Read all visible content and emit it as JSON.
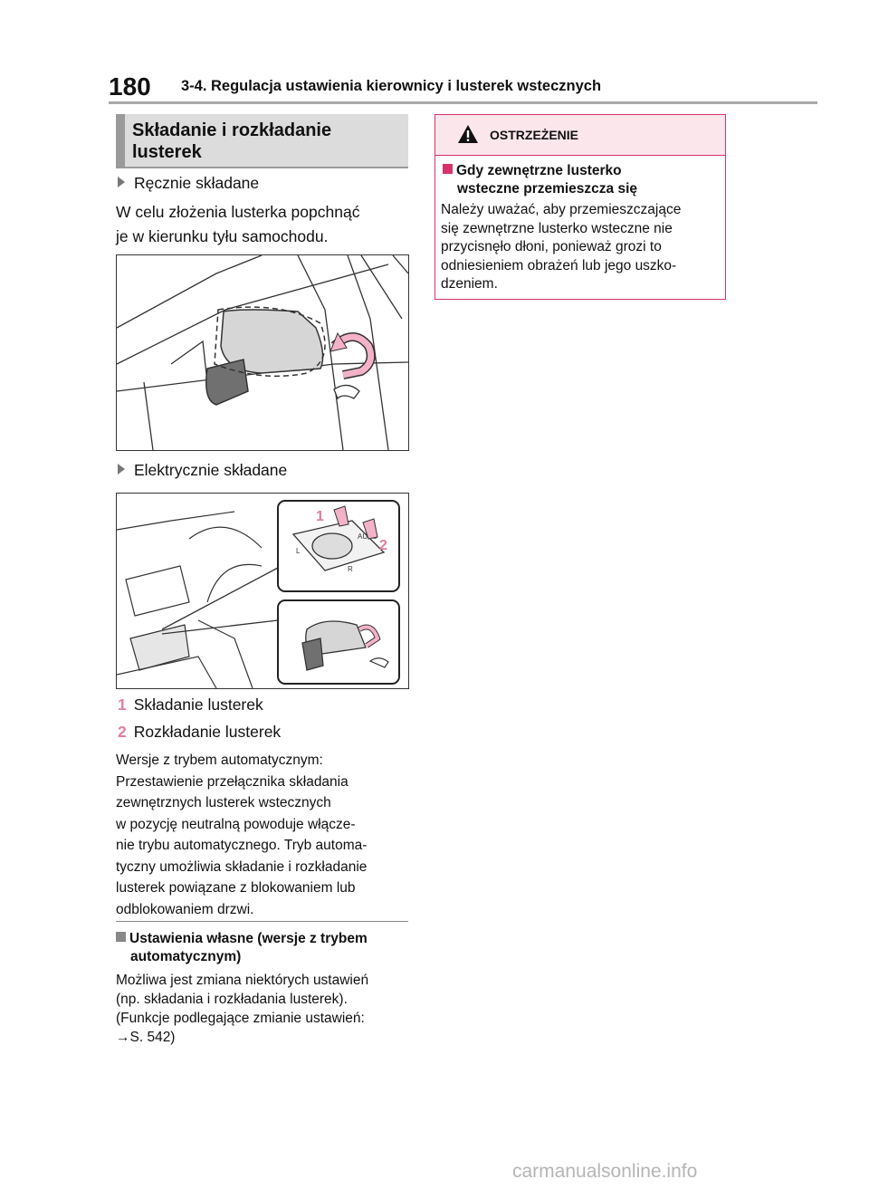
{
  "header": {
    "page_number": "180",
    "chapter_title": "3-4. Regulacja ustawienia kierownicy i lusterek wstecznych"
  },
  "section": {
    "title_line1": "Składanie i rozkładanie",
    "title_line2": "lusterek"
  },
  "manual": {
    "bullet": "Ręcznie składane",
    "text_line1": "W celu złożenia lusterka popchnąć",
    "text_line2": "je w kierunku tyłu samochodu."
  },
  "electric": {
    "bullet": "Elektrycznie składane",
    "figure_labels": [
      "1",
      "2"
    ],
    "figure_button_text": "AUTO",
    "switch_letters": [
      "L",
      "R"
    ],
    "items": [
      {
        "num": "1",
        "label": "Składanie lusterek"
      },
      {
        "num": "2",
        "label": "Rozkładanie lusterek"
      }
    ]
  },
  "auto_paragraph": [
    "Wersje z trybem automatycznym:",
    "Przestawienie przełącznika składania",
    "zewnętrznych lusterek wstecznych",
    "w pozycję neutralną powoduje włącze-",
    "nie trybu automatycznego. Tryb automa-",
    "tyczny umożliwia składanie i rozkładanie",
    "lusterek powiązane z blokowaniem lub",
    "odblokowaniem drzwi."
  ],
  "custom": {
    "heading_line1": "Ustawienia własne (wersje z trybem",
    "heading_line2": "automatycznym)",
    "lines": [
      "Możliwa jest zmiana niektórych ustawień",
      "(np. składania i rozkładania lusterek).",
      "(Funkcje podlegające zmianie ustawień:",
      "→S. 542)"
    ]
  },
  "warning": {
    "title": "OSTRZEŻENIE",
    "heading_line1": "Gdy zewnętrzne lusterko",
    "heading_line2": "wsteczne przemieszcza się",
    "lines": [
      "Należy uważać, aby przemieszczające",
      "się zewnętrzne lusterko wsteczne nie",
      "przycisnęło dłoni, ponieważ grozi to",
      "odniesieniem obrażeń lub jego uszko-",
      "dzeniem."
    ]
  },
  "watermark": "carmanualsonline.info",
  "colors": {
    "accent_pink": "#d6336c",
    "label_pink": "#e37ca0",
    "warning_bg": "#fbe6ec",
    "section_bg": "#dcdcdc",
    "rule_gray": "#a9a9a9"
  }
}
